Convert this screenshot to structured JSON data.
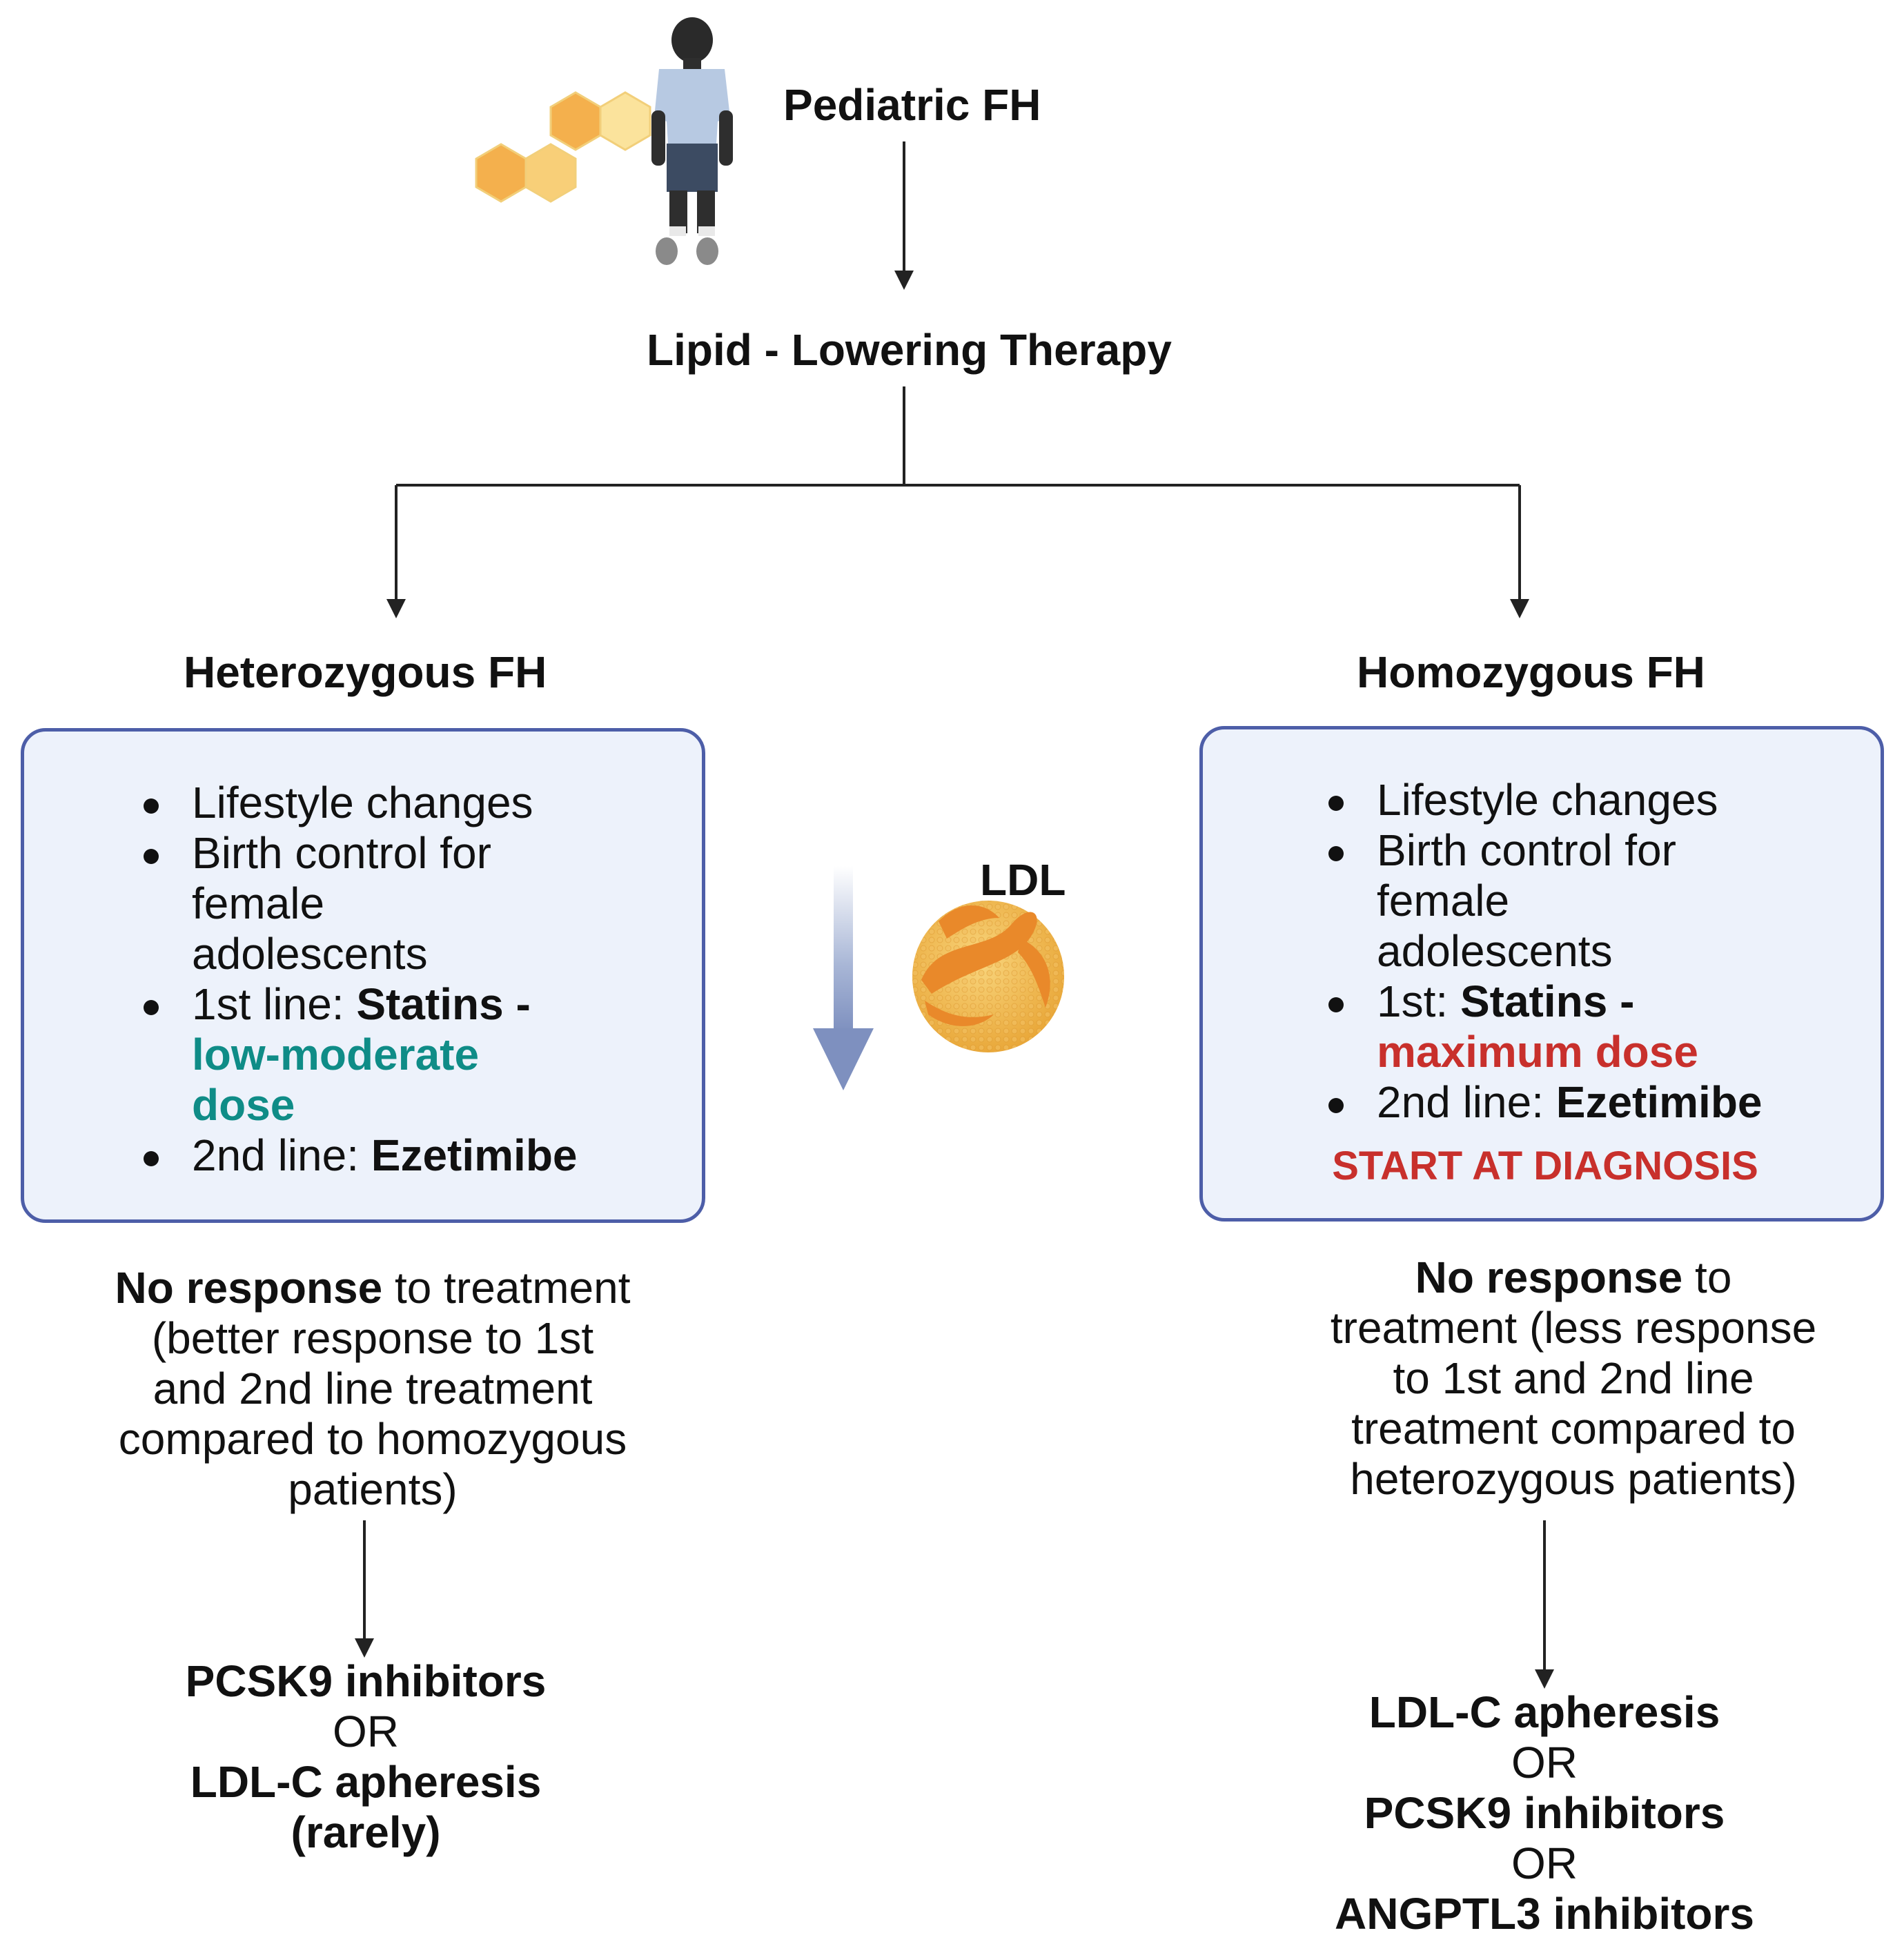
{
  "top": {
    "title": "Pediatric FH",
    "therapy": "Lipid - Lowering Therapy"
  },
  "ldl_label": "LDL",
  "heterozygous": {
    "title": "Heterozygous FH",
    "items": {
      "lifestyle": "Lifestyle changes",
      "birth_control_1": "Birth control for",
      "birth_control_2": "female",
      "birth_control_3": "adolescents",
      "statins_prefix": "1st line: ",
      "statins_bold": "Statins -",
      "dose_1": "low-moderate",
      "dose_2": "dose",
      "second_prefix": "2nd line: ",
      "second_bold": "Ezetimibe"
    },
    "no_response_bold": "No response",
    "no_response_rest_1": " to treatment",
    "no_response_2": "(better response to 1st",
    "no_response_3": "and 2nd line treatment",
    "no_response_4": "compared to homozygous",
    "no_response_5": "patients)",
    "options": {
      "a": "PCSK9 inhibitors",
      "or1": "OR",
      "b": "LDL-C apheresis",
      "b_note": "(rarely)"
    }
  },
  "homozygous": {
    "title": "Homozygous FH",
    "items": {
      "lifestyle": "Lifestyle changes",
      "birth_control_1": "Birth control for",
      "birth_control_2": "female",
      "birth_control_3": "adolescents",
      "statins_prefix": "1st: ",
      "statins_bold": "Statins -",
      "dose": "maximum dose",
      "second_prefix": "2nd line: ",
      "second_bold": "Ezetimibe"
    },
    "start_note": "START AT DIAGNOSIS",
    "no_response_bold": "No response",
    "no_response_rest_1": " to",
    "no_response_2": "treatment (less response",
    "no_response_3": "to 1st and 2nd line",
    "no_response_4": "treatment compared to",
    "no_response_5": "heterozygous patients)",
    "options": {
      "a": "LDL-C apheresis",
      "or1": "OR",
      "b": "PCSK9 inhibitors",
      "or2": "OR",
      "c": "ANGPTL3 inhibitors"
    }
  },
  "colors": {
    "box_fill": "#edf2fb",
    "box_border": "#4d5ea8",
    "teal": "#0f8c87",
    "red": "#c8302c",
    "down_arrow": "#8b9cc4",
    "hexagon": "#f5b95a",
    "ldl_particle": "#f0b040"
  },
  "icons": [
    "child-figure-icon",
    "hexagon-chain-icon",
    "ldl-particle-icon",
    "down-arrow-icon"
  ]
}
